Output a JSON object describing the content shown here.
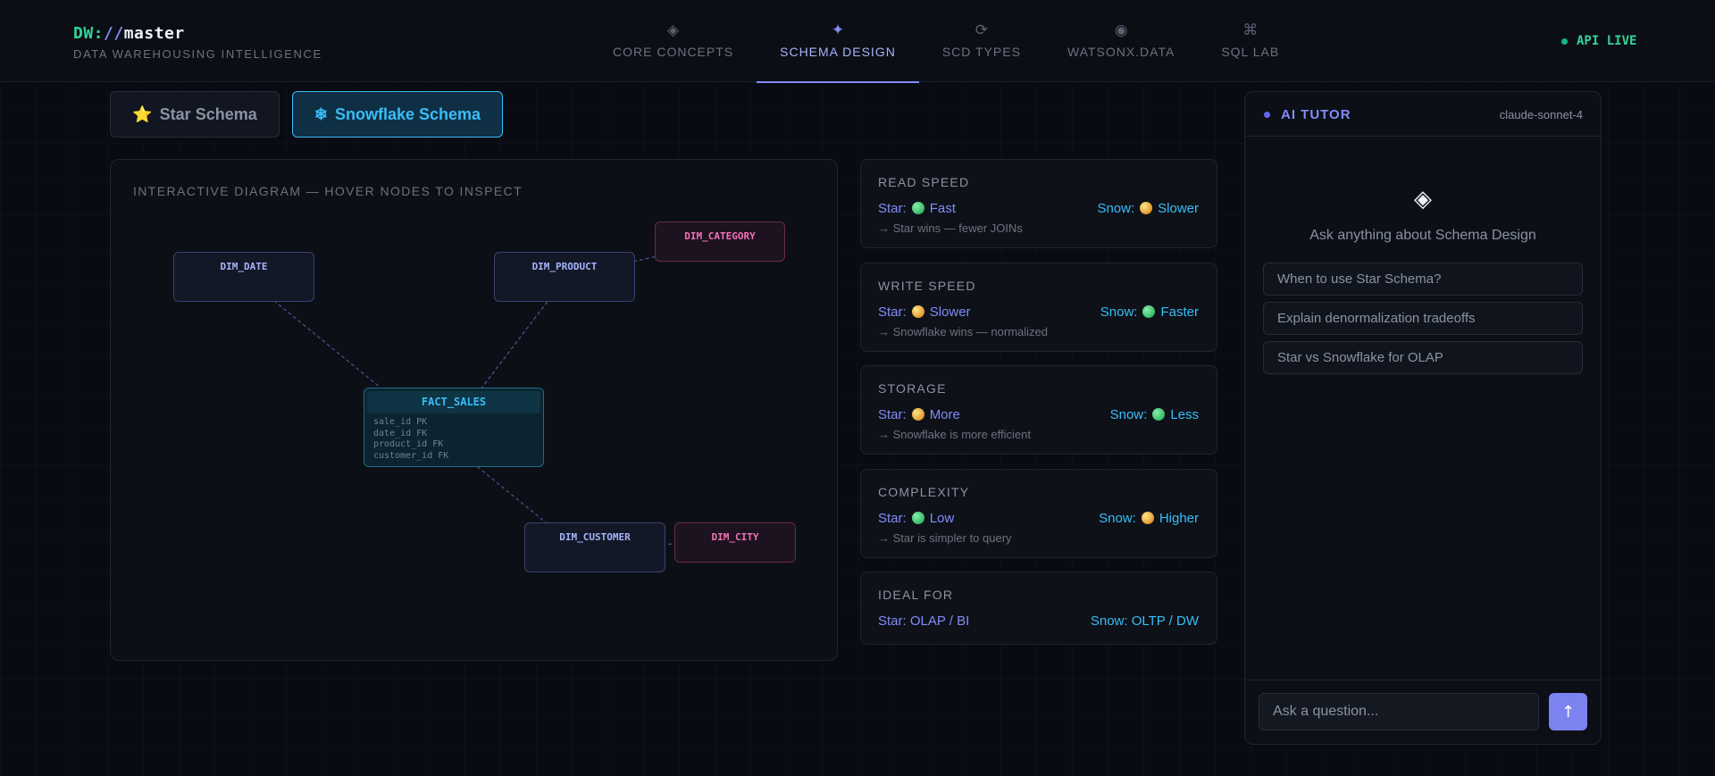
{
  "brand": {
    "logo_prefix": "DW:",
    "logo_sep": "//",
    "logo_name": "master",
    "tagline": "DATA WAREHOUSING INTELLIGENCE"
  },
  "nav": [
    {
      "id": "core",
      "label": "CORE CONCEPTS",
      "icon": "◈",
      "icon_name": "diamond-icon",
      "active": false
    },
    {
      "id": "schema",
      "label": "SCHEMA DESIGN",
      "icon": "✦",
      "icon_name": "sparkle-icon",
      "active": true
    },
    {
      "id": "scd",
      "label": "SCD TYPES",
      "icon": "⟳",
      "icon_name": "refresh-icon",
      "active": false
    },
    {
      "id": "watsonx",
      "label": "WATSONX.DATA",
      "icon": "◉",
      "icon_name": "target-icon",
      "active": false
    },
    {
      "id": "sql",
      "label": "SQL LAB",
      "icon": "⌘",
      "icon_name": "command-icon",
      "active": false
    }
  ],
  "status": {
    "label": "API LIVE",
    "color": "#10b981"
  },
  "tabs": {
    "star": {
      "icon": "⭐",
      "label": "Star Schema"
    },
    "snow": {
      "icon": "❄",
      "label": "Snowflake Schema"
    }
  },
  "diagram": {
    "title": "INTERACTIVE DIAGRAM — HOVER NODES TO INSPECT",
    "nodes": {
      "dim_date": "DIM_DATE",
      "dim_product": "DIM_PRODUCT",
      "dim_category": "DIM_CATEGORY",
      "fact_sales": "FACT_SALES",
      "dim_customer": "DIM_CUSTOMER",
      "dim_city": "DIM_CITY"
    },
    "fact_columns": [
      "sale_id PK",
      "date_id FK",
      "product_id FK",
      "customer_id FK"
    ]
  },
  "metrics": [
    {
      "title": "READ SPEED",
      "star_prefix": "Star:",
      "star_value": "Fast",
      "star_dot": "green",
      "snow_prefix": "Snow:",
      "snow_value": "Slower",
      "snow_dot": "yellow",
      "note": "→ Star wins — fewer JOINs"
    },
    {
      "title": "WRITE SPEED",
      "star_prefix": "Star:",
      "star_value": "Slower",
      "star_dot": "yellow",
      "snow_prefix": "Snow:",
      "snow_value": "Faster",
      "snow_dot": "green",
      "note": "→ Snowflake wins — normalized"
    },
    {
      "title": "STORAGE",
      "star_prefix": "Star:",
      "star_value": "More",
      "star_dot": "yellow",
      "snow_prefix": "Snow:",
      "snow_value": "Less",
      "snow_dot": "green",
      "note": "→ Snowflake is more efficient"
    },
    {
      "title": "COMPLEXITY",
      "star_prefix": "Star:",
      "star_value": "Low",
      "star_dot": "green",
      "snow_prefix": "Snow:",
      "snow_value": "Higher",
      "snow_dot": "yellow",
      "note": "→ Star is simpler to query"
    },
    {
      "title": "IDEAL FOR",
      "star_text": "Star: OLAP / BI",
      "snow_text": "Snow: OLTP / DW"
    }
  ],
  "tutor": {
    "title": "AI TUTOR",
    "model": "claude-sonnet-4",
    "icon": "◈",
    "prompt": "Ask anything about Schema Design",
    "suggestions": [
      "When to use Star Schema?",
      "Explain denormalization tradeoffs",
      "Star vs Snowflake for OLAP"
    ],
    "input_placeholder": "Ask a question...",
    "send_icon": "↑"
  }
}
